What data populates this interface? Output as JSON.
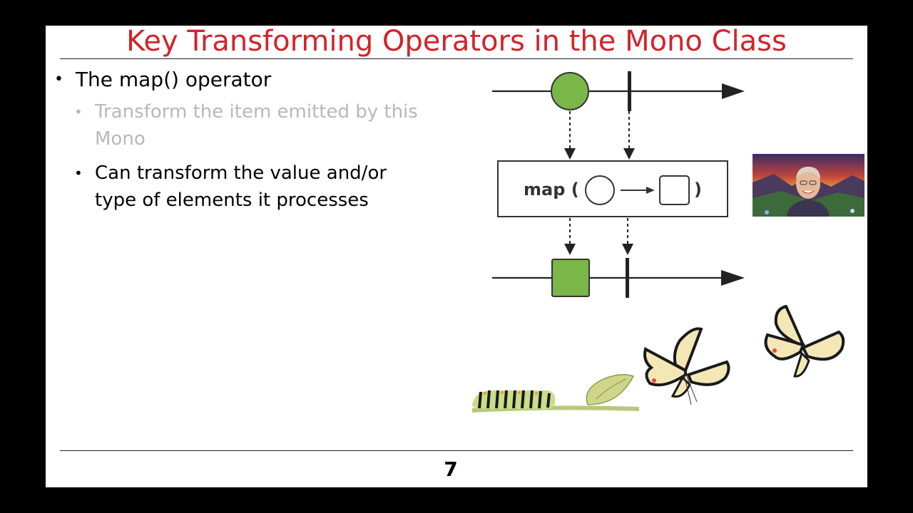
{
  "slide": {
    "title": "Key Transforming Operators in the Mono Class",
    "bullets": [
      {
        "text": "The map() operator",
        "level": 1,
        "color": "#000000"
      },
      {
        "text": "Transform the item emitted by this Mono",
        "level": 2,
        "color": "#b8b8b8"
      },
      {
        "text": "Can transform the value and/or type of elements it processes",
        "level": 2,
        "color": "#000000"
      }
    ],
    "page_number": "7"
  },
  "diagram": {
    "operator_label": "map (",
    "close_paren": ")",
    "input_shape": "green-circle",
    "output_shape": "green-square",
    "colors": {
      "item": "#7ab648",
      "outline": "#333333",
      "arrow": "#222222"
    }
  },
  "theme": {
    "title_color": "#d2232a",
    "background": "#ffffff",
    "frame": "#000000"
  },
  "images": {
    "presenter": "presenter-webcam-image",
    "metamorphosis": "caterpillar-to-butterfly-image"
  }
}
